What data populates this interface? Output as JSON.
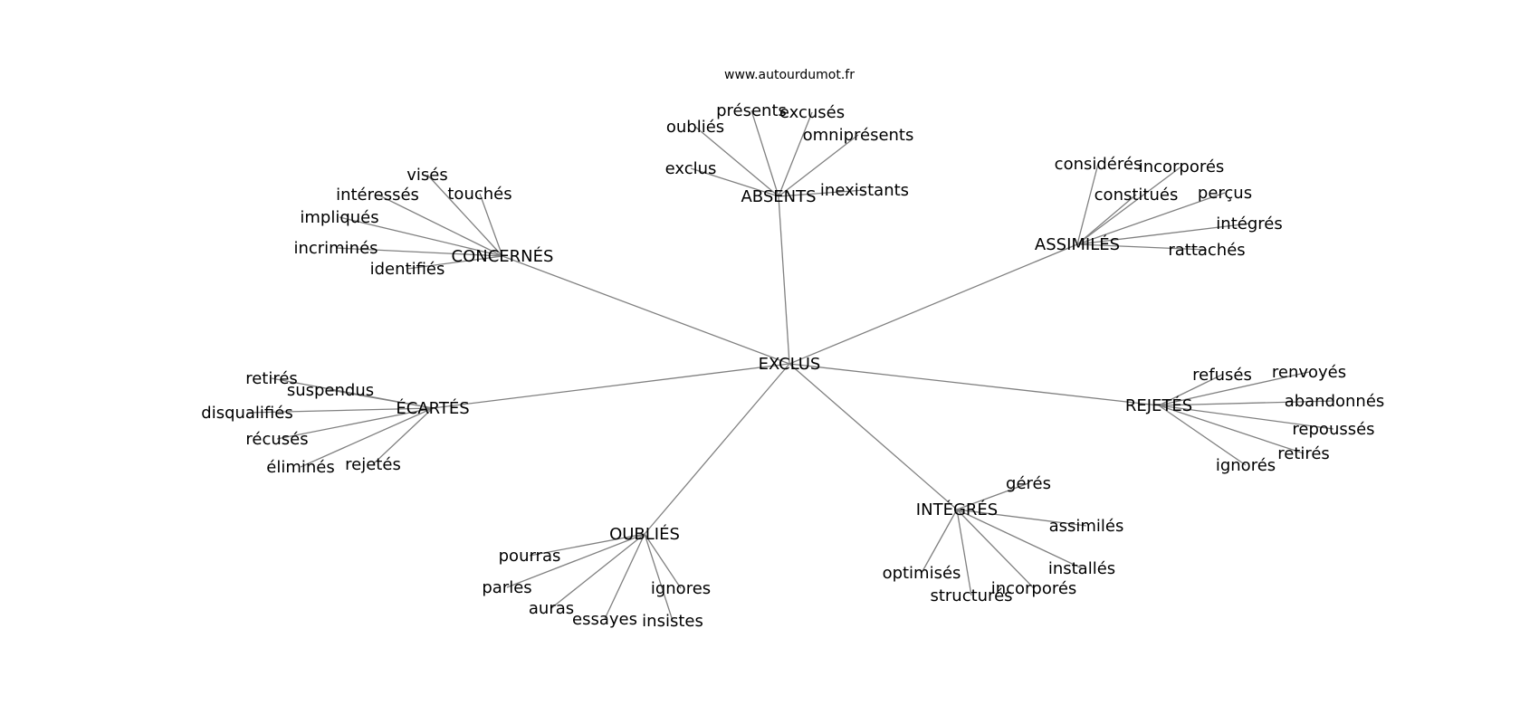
{
  "header": {
    "site": "www.autourdumot.fr"
  },
  "graph": {
    "center": {
      "label": "EXCLUS"
    },
    "clusters": [
      {
        "label": "ABSENTS",
        "words": [
          "oubliés",
          "présents",
          "excusés",
          "omniprésents",
          "exclus",
          "inexistants"
        ]
      },
      {
        "label": "CONCERNÉS",
        "words": [
          "visés",
          "intéressés",
          "touchés",
          "impliqués",
          "incriminés",
          "identifiés"
        ]
      },
      {
        "label": "ASSIMILÉS",
        "words": [
          "considérés",
          "incorporés",
          "constitués",
          "perçus",
          "intégrés",
          "rattachés"
        ]
      },
      {
        "label": "ÉCARTÉS",
        "words": [
          "retirés",
          "suspendus",
          "disqualifiés",
          "récusés",
          "éliminés",
          "rejetés"
        ]
      },
      {
        "label": "REJETÉS",
        "words": [
          "refusés",
          "renvoyés",
          "abandonnés",
          "repoussés",
          "retirés",
          "ignorés"
        ]
      },
      {
        "label": "OUBLIÉS",
        "words": [
          "pourras",
          "parles",
          "auras",
          "essayes",
          "insistes",
          "ignores"
        ]
      },
      {
        "label": "INTÉGRÉS",
        "words": [
          "gérés",
          "assimilés",
          "installés",
          "incorporés",
          "structurés",
          "optimisés"
        ]
      }
    ]
  },
  "colors": {
    "edge": "#808080",
    "text": "#000000",
    "background": "#ffffff"
  }
}
